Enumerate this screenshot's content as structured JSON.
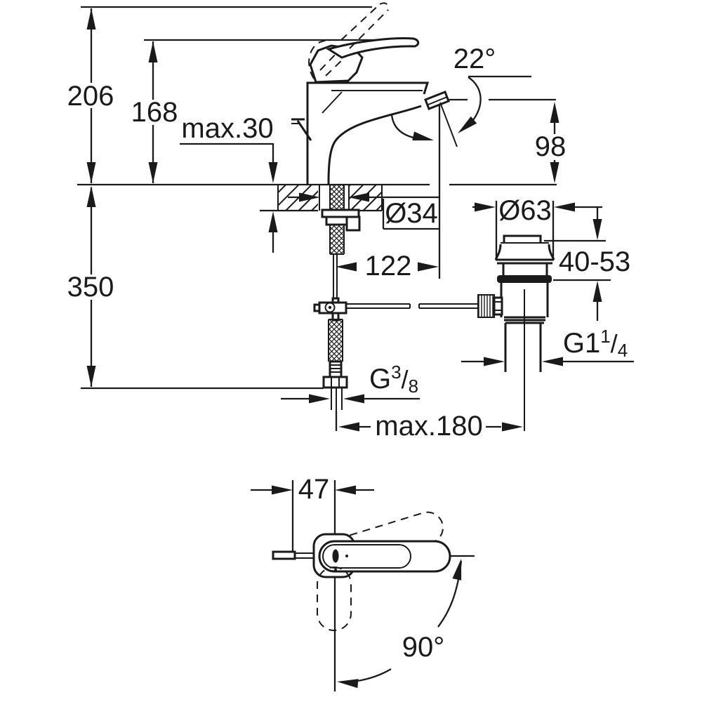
{
  "drawing": {
    "side_view": {
      "height_to_raised_lever": "206",
      "height_to_lever": "168",
      "max_deck_thickness": "max.30",
      "spout_angle": "22°",
      "spout_outlet_height": "98",
      "mounting_hole_diameter": "Ø34",
      "spout_reach": "122",
      "waste_flange_diameter": "Ø63",
      "waste_deck_range": "40-53",
      "hose_length": "350",
      "supply_thread": {
        "base": "G",
        "sup": "3",
        "slash": "/",
        "sub": "8"
      },
      "waste_thread": {
        "base": "G1",
        "sup": "1",
        "slash": "/",
        "sub": "4"
      },
      "max_center_distance": "max.180"
    },
    "top_view": {
      "handle_offset": "47",
      "handle_swivel_angle": "90°"
    },
    "colors": {
      "line": "#1a1a1a",
      "background": "#ffffff"
    }
  }
}
